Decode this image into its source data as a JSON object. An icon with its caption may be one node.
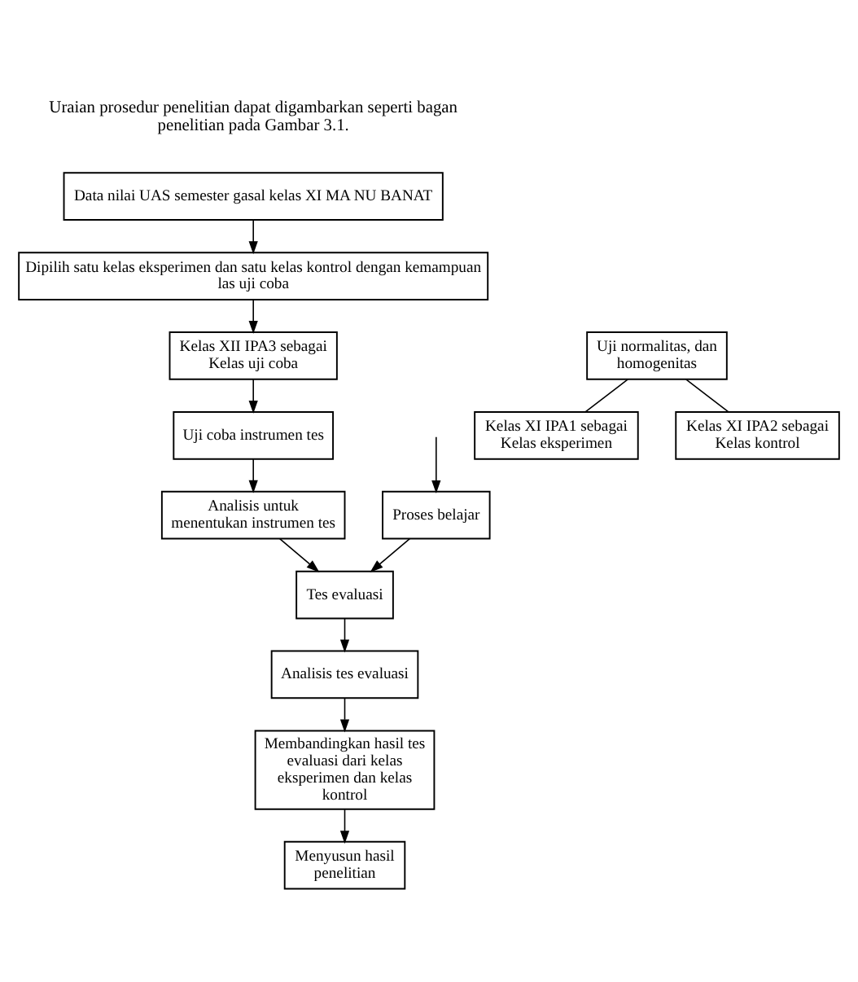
{
  "diagram": {
    "nodes": [
      {
        "text": [
          "Data nilai UAS semester gasal kelas XI MA NU BANAT"
        ]
      },
      {
        "text": [
          "Dipilih satu kelas eksperimen dan satu kelas kontrol dengan kemampuan las uji coba"
        ]
      },
      {
        "text": [
          "Uji normalitas, dan homogenitas"
        ]
      },
      {
        "text": [
          "Kelas XII IPA3 sebagai Kelas uji coba"
        ]
      },
      {
        "text": [
          "Kelas XI IPA1 sebagai Kelas eksperimen"
        ]
      },
      {
        "text": [
          "Kelas XI IPA2 sebagai Kelas kontrol"
        ]
      },
      {
        "text": [
          "Uji coba instrumen tes"
        ]
      },
      {
        "text": [
          "Proses belajar"
        ]
      },
      {
        "text": [
          "Analisis untuk menentukan instrumen tes"
        ]
      },
      {
        "text": [
          "Tes evaluasi"
        ]
      },
      {
        "text": [
          "Analisis tes evaluasi"
        ]
      },
      {
        "text": [
          "Membandingkan hasil tes evaluasi dari kelas eksperimen dan kelas kontrol"
        ]
      },
      {
        "text": [
          "Menyusun hasil penelitian"
        ]
      }
    ],
    "edges": [
      {
        "from": 0,
        "to": 1,
        "arrow": "to"
      },
      {
        "from": 1,
        "to": 3,
        "arrow": "to"
      },
      {
        "from": 2,
        "to": 4,
        "arrow": "none"
      },
      {
        "from": 2,
        "to": 5,
        "arrow": "none"
      },
      {
        "from": 3,
        "to": 6,
        "arrow": "to"
      },
      {
        "from": null,
        "to": 7,
        "arrow": "to"
      },
      {
        "from": 6,
        "to": 8,
        "arrow": "to"
      },
      {
        "from": 8,
        "to": 9,
        "arrow": "to"
      },
      {
        "from": 7,
        "to": 9,
        "arrow": "to"
      },
      {
        "from": 9,
        "to": 10,
        "arrow": "to"
      },
      {
        "from": 10,
        "to": 11,
        "arrow": "to"
      },
      {
        "from": 11,
        "to": 12,
        "arrow": "to"
      }
    ],
    "labels": [
      "Uraian prosedur penelitian dapat digambarkan seperti bagan penelitian pada Gambar 3.1."
    ]
  }
}
